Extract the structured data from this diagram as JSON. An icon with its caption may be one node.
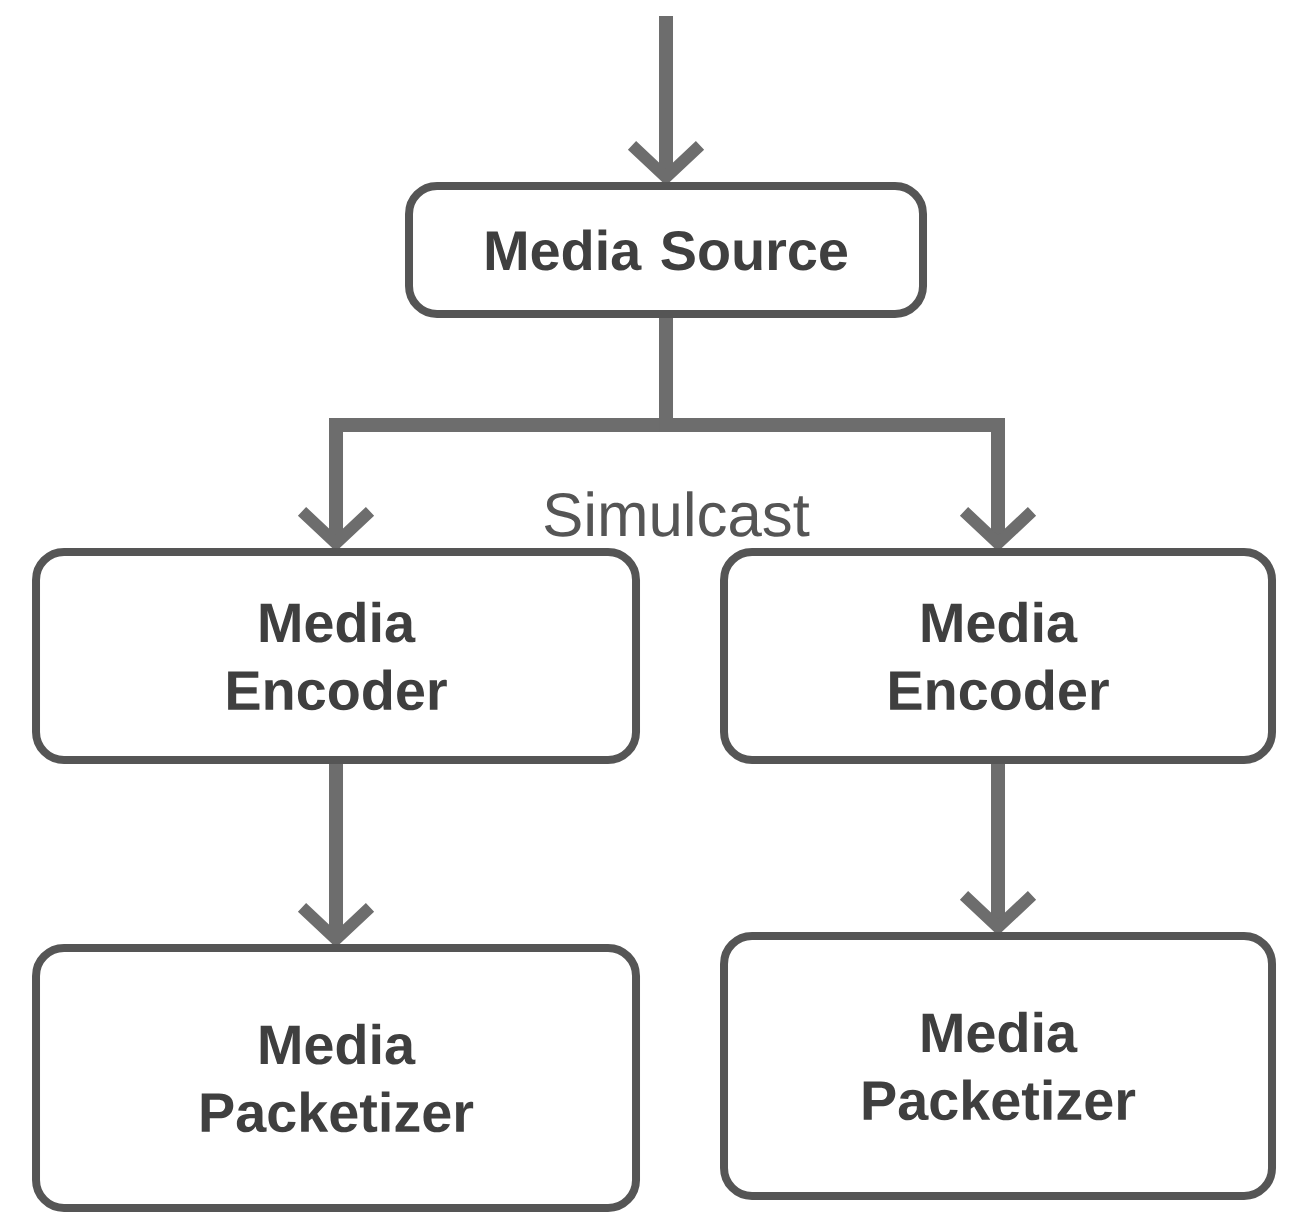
{
  "diagram": {
    "nodes": [
      {
        "text": [
          "Media Source"
        ]
      },
      {
        "text": [
          "Media Encoder"
        ]
      },
      {
        "text": [
          "Media Encoder"
        ]
      },
      {
        "text": [
          "Media Packetizer"
        ]
      },
      {
        "text": [
          "Media Packetizer"
        ]
      }
    ],
    "edges": [
      {
        "from": null,
        "to": 0,
        "arrow": "to"
      },
      {
        "from": 0,
        "to": 1,
        "arrow": "to"
      },
      {
        "from": 0,
        "to": 2,
        "arrow": "to"
      },
      {
        "from": 1,
        "to": 3,
        "arrow": "to"
      },
      {
        "from": 2,
        "to": 4,
        "arrow": "to"
      }
    ],
    "labels": [
      "Simulcast"
    ]
  }
}
